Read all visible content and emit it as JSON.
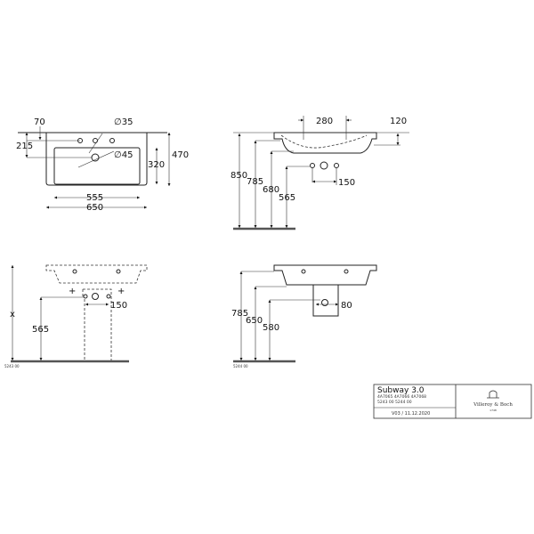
{
  "top_view": {
    "d_tap": "∅35",
    "d_drain": "∅45",
    "dim_70": "70",
    "dim_215": "215",
    "dim_470": "470",
    "dim_320": "320",
    "dim_555": "555",
    "dim_650": "650"
  },
  "side_view": {
    "dim_280": "280",
    "dim_120": "120",
    "dim_850": "850",
    "dim_785": "785",
    "dim_680": "680",
    "dim_565": "565",
    "dim_150": "150"
  },
  "pedestal_view": {
    "dim_x": "x",
    "dim_565": "565",
    "dim_150": "150",
    "code": "5243 00"
  },
  "semi_pedestal_view": {
    "dim_785": "785",
    "dim_650": "650",
    "dim_580": "580",
    "dim_80": "80",
    "code": "5244 00"
  },
  "title_block": {
    "product": "Subway 3.0",
    "codes_1": "4A7065 4A7066 4A7068",
    "codes_2": "5243 00 5244 00",
    "version": "V03 / 11.12.2020",
    "brand": "Villeroy & Boch",
    "since": "1748"
  }
}
